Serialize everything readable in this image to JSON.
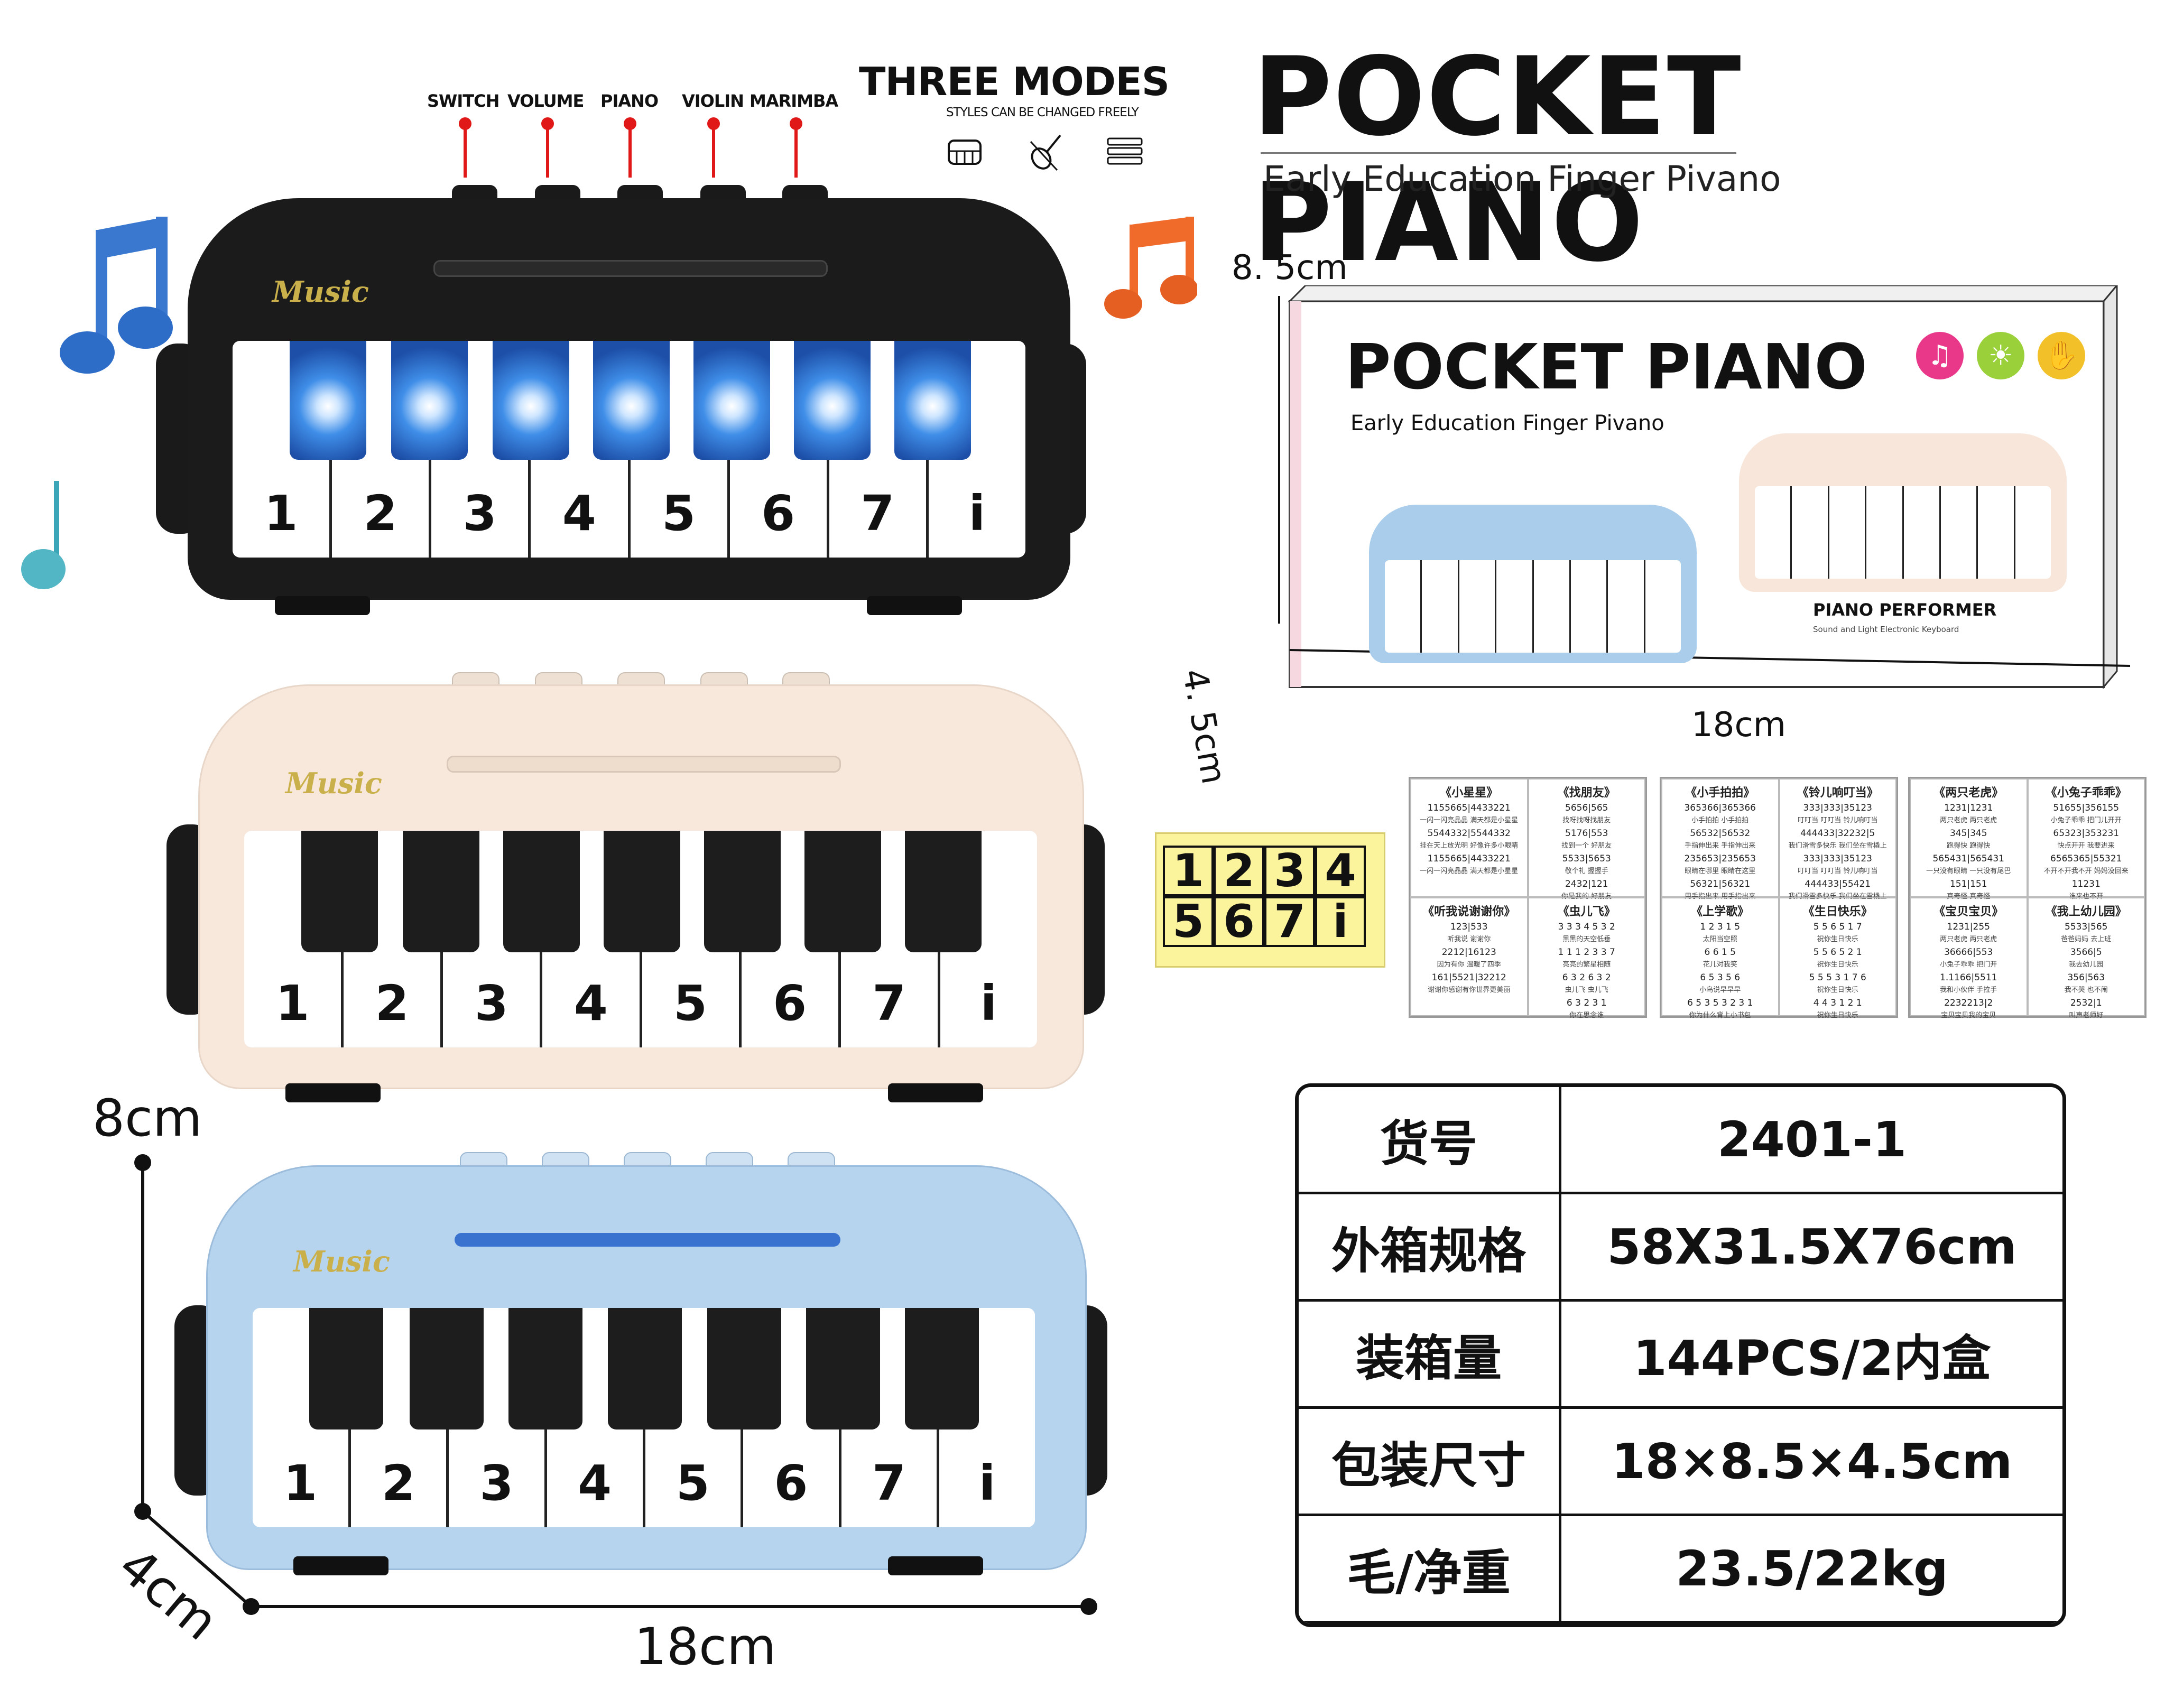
{
  "feature_labels": [
    "SWITCH",
    "VOLUME",
    "PIANO",
    "VIOLIN",
    "MARIMBA"
  ],
  "modes": {
    "title": "THREE MODES",
    "subtitle": "STYLES CAN BE CHANGED FREELY"
  },
  "product": {
    "title": "POCKET PIANO",
    "subtitle": "Early Education Finger Pivano"
  },
  "piano_logo": "Music",
  "keys": [
    "1",
    "2",
    "3",
    "4",
    "5",
    "6",
    "7",
    "i"
  ],
  "box": {
    "title": "POCKET PIANO",
    "subtitle": "Early Education Finger Pivano",
    "badge_title": "PIANO PERFORMER",
    "badge_sub": "Sound and Light Electronic Keyboard",
    "height_label": "8. 5cm",
    "depth_label": "4. 5cm",
    "width_label": "18cm"
  },
  "dims": {
    "height": "8cm",
    "depth": "4cm",
    "width": "18cm"
  },
  "note_grid": [
    "1",
    "2",
    "3",
    "4",
    "5",
    "6",
    "7",
    "i"
  ],
  "songs_a": [
    {
      "title": "《小星星》",
      "lines": [
        "1155665|4433221",
        "一闪一闪亮晶晶 满天都是小星星",
        "5544332|5544332",
        "挂在天上放光明 好像许多小眼睛",
        "1155665|4433221",
        "一闪一闪亮晶晶 满天都是小星星"
      ]
    },
    {
      "title": "《找朋友》",
      "lines": [
        "5656|565",
        "找呀找呀找朋友",
        "5176|553",
        "找到一个 好朋友",
        "5533|5653",
        "敬个礼 握握手",
        "2432|121",
        "你是我的 好朋友"
      ]
    },
    {
      "title": "《听我说谢谢你》",
      "lines": [
        "123|533",
        "听我说 谢谢你",
        "2212|16123",
        "因为有你 温暖了四季",
        "161|5521|32212",
        "谢谢你感谢有你世界更美丽"
      ]
    },
    {
      "title": "《虫儿飞》",
      "lines": [
        "3 3 3 4 5 3 2",
        "黑黑的天空低垂",
        "1 1 1 2 3 3 7",
        "亮亮的繁星相随",
        "6 3 2   6 3 2",
        "虫儿飞 虫儿飞",
        "6 3 2 3 1",
        "你在思念谁"
      ]
    }
  ],
  "songs_b": [
    {
      "title": "《小手拍拍》",
      "lines": [
        "365366|365366",
        "小手拍拍 小手拍拍",
        "56532|56532",
        "手指伸出来 手指伸出来",
        "235653|235653",
        "眼睛在哪里 眼睛在这里",
        "56321|56321",
        "用手指出来 用手指出来"
      ]
    },
    {
      "title": "《铃儿响叮当》",
      "lines": [
        "333|333|35123",
        "叮叮当 叮叮当 铃儿响叮当",
        "444433|32232|5",
        "我们滑雪多快乐 我们坐在雪橇上",
        "333|333|35123",
        "叮叮当 叮叮当 铃儿响叮当",
        "444433|55421",
        "我们滑雪多快乐 我们坐在雪橇上"
      ]
    },
    {
      "title": "《上学歌》",
      "lines": [
        "1 2 3 1 5",
        "太阳当空照",
        "6 6 1 5",
        "花儿对我笑",
        "6 5 3 5 6",
        "小鸟说早早早",
        "6 5 3 5  3 2 3 1",
        "你为什么背上小书包"
      ]
    },
    {
      "title": "《生日快乐》",
      "lines": [
        "5 5 6 5 1 7",
        "祝你生日快乐",
        "5 5 6 5 2 1",
        "祝你生日快乐",
        "5 5 5 3 1 7 6",
        "祝你生日快乐",
        "4 4 3 1 2 1",
        "祝你生日快乐"
      ]
    }
  ],
  "songs_c": [
    {
      "title": "《两只老虎》",
      "lines": [
        "1231|1231",
        "两只老虎 两只老虎",
        "345|345",
        "跑得快 跑得快",
        "565431|565431",
        "一只没有眼睛 一只没有尾巴",
        "151|151",
        "真奇怪 真奇怪"
      ]
    },
    {
      "title": "《小兔子乖乖》",
      "lines": [
        "51655|356155",
        "小兔子乖乖 把门儿开开",
        "65323|353231",
        "快点开开 我要进来",
        "6565365|55321",
        "不开不开我不开 妈妈没回来",
        "11231",
        "谁来也不开"
      ]
    },
    {
      "title": "《宝贝宝贝》",
      "lines": [
        "1231|255",
        "两只老虎 两只老虎",
        "36666|553",
        "小兔子乖乖 把门开",
        "1.1166|5511",
        "我和小伙伴 手拉手",
        "2232213|2",
        "宝贝宝贝我的宝贝"
      ]
    },
    {
      "title": "《我上幼儿园》",
      "lines": [
        "5533|565",
        "爸爸妈妈 去上班",
        "3566|5",
        "我去幼儿园",
        "356|563",
        "我不哭 也不闹",
        "2532|1",
        "叫声老师好"
      ]
    }
  ],
  "spec_table": [
    {
      "label": "货号",
      "value": "2401-1"
    },
    {
      "label": "外箱规格",
      "value": "58X31.5X76cm"
    },
    {
      "label": "装箱量",
      "value": "144PCS/2内盒"
    },
    {
      "label": "包装尺寸",
      "value": "18×8.5×4.5cm"
    },
    {
      "label": "毛/净重",
      "value": "23.5/22kg"
    }
  ],
  "colors": {
    "black_piano": "#1b1b1b",
    "cream_piano": "#f8e8dc",
    "blue_piano": "#b7d4ef",
    "accent_red": "#e01818",
    "note_yellow": "#fcf39d"
  }
}
